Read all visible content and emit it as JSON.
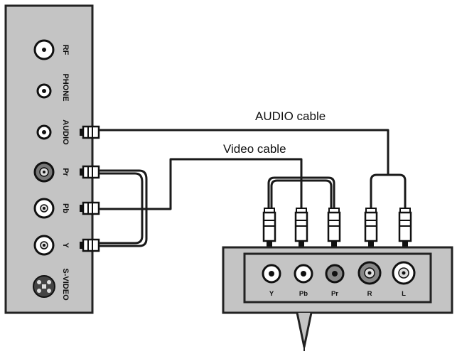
{
  "labels": {
    "audio_cable": "AUDIO cable",
    "video_cable": "Video cable"
  },
  "tv_panel": {
    "rf": "RF",
    "phone": "PHONE",
    "audio": "AUDIO",
    "pr": "Pr",
    "pb": "Pb",
    "y": "Y",
    "svideo": "S-VIDEO"
  },
  "device_panel": {
    "y": "Y",
    "pb": "Pb",
    "pr": "Pr",
    "r": "R",
    "l": "L"
  },
  "colors": {
    "panel_fill": "#c4c4c4",
    "cable": "#1a1a1a",
    "background": "#ffffff"
  }
}
